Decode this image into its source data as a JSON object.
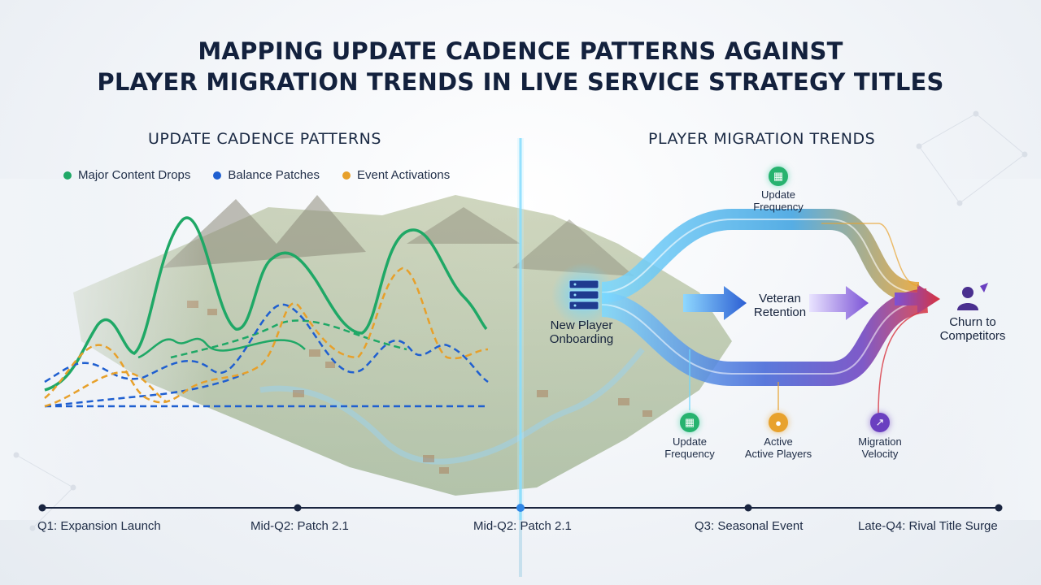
{
  "title": {
    "line1": "MAPPING UPDATE CADENCE PATTERNS AGAINST",
    "line2": "PLAYER MIGRATION TRENDS IN LIVE SERVICE STRATEGY TITLES"
  },
  "left_section": {
    "heading": "UPDATE CADENCE PATTERNS",
    "legend": [
      {
        "label": "Major Content Drops",
        "color": "#1fa866"
      },
      {
        "label": "Balance Patches",
        "color": "#1f5fd0"
      },
      {
        "label": "Event Activations",
        "color": "#e7a02a"
      }
    ]
  },
  "right_section": {
    "heading": "PLAYER MIGRATION TRENDS",
    "source_node": {
      "line1": "New Player",
      "line2": "Onboarding"
    },
    "middle_node": {
      "line1": "Veteran",
      "line2": "Retention"
    },
    "target_node": {
      "line1": "Churn to",
      "line2": "Competitors"
    },
    "top_metric": {
      "line1": "Update",
      "line2": "Frequency",
      "icon": "calendar-icon"
    },
    "bottom_metrics": [
      {
        "line1": "Update",
        "line2": "Frequency",
        "icon": "calendar-icon",
        "color": "#27b36f"
      },
      {
        "line1": "Active",
        "line2": "Active Players",
        "icon": "user-icon",
        "color": "#e8a22d"
      },
      {
        "line1": "Migration",
        "line2": "Velocity",
        "icon": "trend-icon",
        "color": "#6a3fc0"
      }
    ]
  },
  "timeline": [
    "Q1: Expansion Launch",
    "Mid-Q2: Patch 2.1",
    "Mid-Q2: Patch 2.1",
    "Q3: Seasonal Event",
    "Late-Q4: Rival Title Surge"
  ],
  "colors": {
    "accent_green": "#1fa866",
    "accent_blue": "#1f5fd0",
    "accent_orange": "#e7a02a",
    "accent_purple": "#6a3fc0",
    "accent_red": "#d8333f"
  }
}
